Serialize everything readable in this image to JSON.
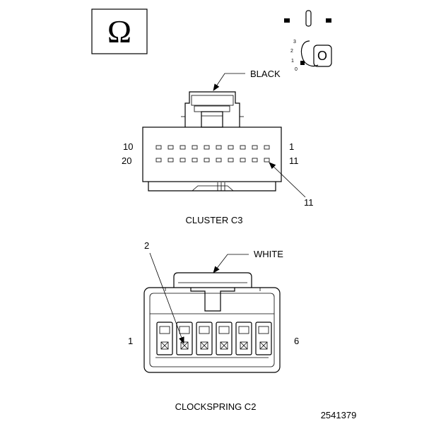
{
  "ohm_symbol": "Ω",
  "ignition": {
    "positions": [
      "3",
      "2",
      "1",
      "0"
    ]
  },
  "cluster": {
    "color_label": "BLACK",
    "row1_left": "10",
    "row1_right": "1",
    "row2_left": "20",
    "row2_right": "11",
    "callout": "11",
    "title": "CLUSTER C3"
  },
  "clockspring": {
    "color_label": "WHITE",
    "callout": "2",
    "left_pin": "1",
    "right_pin": "6",
    "title": "CLOCKSPRING C2"
  },
  "figure_number": "2541379"
}
